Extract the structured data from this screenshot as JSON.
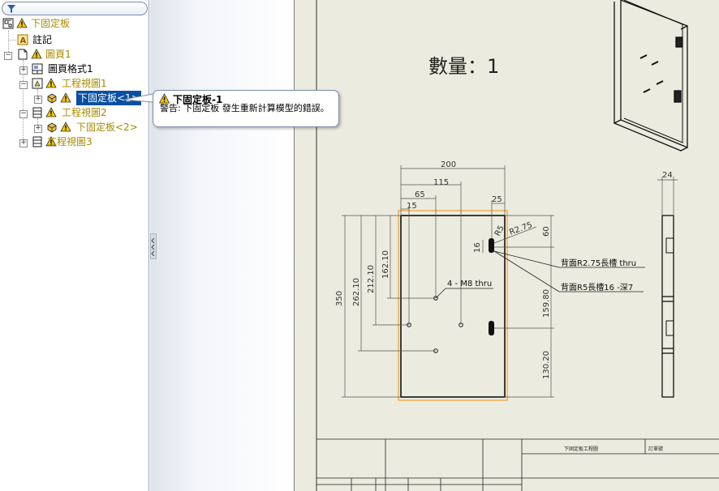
{
  "feature_tree": {
    "filter_icon": "filter-icon",
    "nodes": [
      {
        "id": "root",
        "label": "下固定板",
        "icon": "drawing-icon",
        "warning": true
      },
      {
        "id": "annotations",
        "label": "註記",
        "icon": "annotation-icon",
        "warning": false
      },
      {
        "id": "sheet1",
        "label": "圖頁1",
        "icon": "sheet-icon",
        "warning": true
      },
      {
        "id": "sheet_format",
        "label": "圖頁格式1",
        "icon": "sheet-format-icon",
        "warning": false
      },
      {
        "id": "view1",
        "label": "工程視圖1",
        "icon": "drawing-view-icon",
        "warning": true
      },
      {
        "id": "part1",
        "label": "下固定板<1>",
        "icon": "part-icon",
        "warning": true,
        "selected": true
      },
      {
        "id": "view2",
        "label": "工程視圖2",
        "icon": "drawing-view-icon",
        "warning": true
      },
      {
        "id": "part2",
        "label": "下固定板<2>",
        "icon": "part-icon",
        "warning": true
      },
      {
        "id": "view3",
        "label": "工程視圖3",
        "icon": "drawing-view-icon",
        "warning": true
      }
    ]
  },
  "tooltip": {
    "title": "下固定板-1",
    "body": "警告: 下固定板 發生重新計算模型的錯誤。"
  },
  "drawing": {
    "quantity_text": "數量：1",
    "dims": {
      "w200": "200",
      "w115": "115",
      "w65": "65",
      "w15": "15",
      "w25": "25",
      "w24": "24",
      "h350": "350",
      "h262": "262.10",
      "h212": "212.10",
      "h162": "162.10",
      "h60": "60",
      "h16": "16",
      "h159": "159.80",
      "h130": "130.20",
      "r5": "R5",
      "r275": "R2.75"
    },
    "callouts": {
      "m8": "4 - M8 thru",
      "slot_thru": "背面R2.75長槽 thru",
      "slot_deep": "背面R5長槽16 -深7"
    },
    "title_block": {
      "cell1": "下固定板工程圖",
      "cell2": "訂單號"
    }
  }
}
